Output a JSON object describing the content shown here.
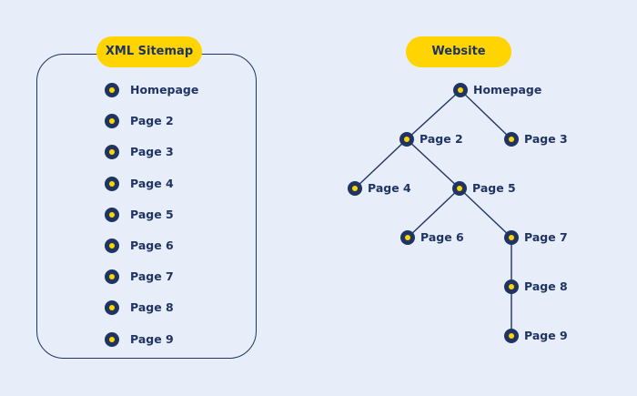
{
  "sitemap": {
    "title": "XML Sitemap",
    "items": [
      "Homepage",
      "Page 2",
      "Page 3",
      "Page 4",
      "Page 5",
      "Page 6",
      "Page 7",
      "Page 8",
      "Page 9"
    ]
  },
  "website": {
    "title": "Website",
    "nodes": [
      {
        "id": "home",
        "label": "Homepage"
      },
      {
        "id": "p2",
        "label": "Page 2"
      },
      {
        "id": "p3",
        "label": "Page 3"
      },
      {
        "id": "p4",
        "label": "Page 4"
      },
      {
        "id": "p5",
        "label": "Page 5"
      },
      {
        "id": "p6",
        "label": "Page 6"
      },
      {
        "id": "p7",
        "label": "Page 7"
      },
      {
        "id": "p8",
        "label": "Page 8"
      },
      {
        "id": "p9",
        "label": "Page 9"
      }
    ],
    "edges": [
      [
        "home",
        "p2"
      ],
      [
        "home",
        "p3"
      ],
      [
        "p2",
        "p4"
      ],
      [
        "p2",
        "p5"
      ],
      [
        "p5",
        "p6"
      ],
      [
        "p5",
        "p7"
      ],
      [
        "p7",
        "p8"
      ],
      [
        "p8",
        "p9"
      ]
    ]
  },
  "colors": {
    "navy": "#1f3463",
    "yellow": "#ffd400",
    "background": "#e8eef9"
  }
}
